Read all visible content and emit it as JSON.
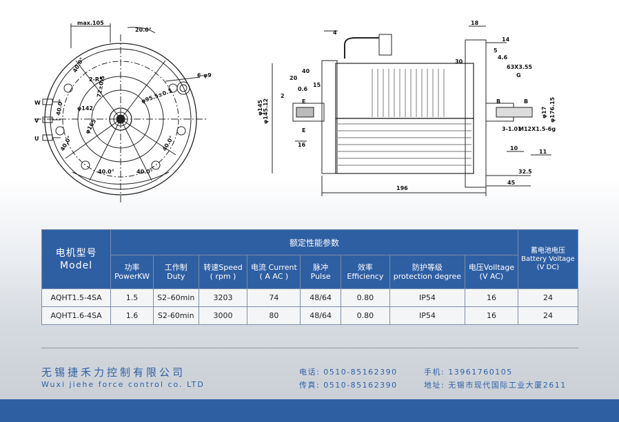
{
  "drawing": {
    "front_dims": [
      "max.105",
      "20.0°",
      "40.0°",
      "2-R5",
      "72±0.5",
      "φ142",
      "φ165",
      "φ95.5±0.1",
      "6-φ9",
      "40.0°",
      "40.0°",
      "40.0°",
      "40.0°",
      "40.0°",
      "40.0°"
    ],
    "terminals": [
      "W",
      "V",
      "U"
    ],
    "side_dims": [
      "4",
      "18",
      "14",
      "5",
      "4.6",
      "63X3.55",
      "G",
      "30",
      "40",
      "20",
      "0.6",
      "15",
      "2",
      "φ145.12",
      "φ145",
      "E",
      "E",
      "16",
      "B",
      "B",
      "φ17",
      "φ176.15",
      "3-1.01",
      "M12X1.5-6g",
      "10",
      "11",
      "32.5",
      "45",
      "196"
    ]
  },
  "table": {
    "model_header_cn": "电机型号",
    "model_header_en": "Model",
    "group_header": "额定性能参数",
    "battery_header_cn": "蓄电池电压",
    "battery_header_en": "Battery Voltage",
    "battery_header_unit": "(V DC)",
    "columns": [
      {
        "cn": "功率",
        "en": "PowerKW"
      },
      {
        "cn": "工作制",
        "en": "Duty"
      },
      {
        "cn": "转速Speed",
        "en": "( rpm )"
      },
      {
        "cn": "电流 Current",
        "en": "( A AC )"
      },
      {
        "cn": "脉冲",
        "en": "Pulse"
      },
      {
        "cn": "效率",
        "en": "Efficiency"
      },
      {
        "cn": "防护等级",
        "en": "protection degree"
      },
      {
        "cn": "电压Volltage",
        "en": "(V AC)"
      }
    ],
    "rows": [
      [
        "AQHT1.5-4SA",
        "1.5",
        "S2–60min",
        "3203",
        "74",
        "48/64",
        "0.80",
        "IP54",
        "16",
        "24"
      ],
      [
        "AQHT1.6-4SA",
        "1.6",
        "S2-60min",
        "3000",
        "80",
        "48/64",
        "0.80",
        "IP54",
        "16",
        "24"
      ]
    ]
  },
  "footer": {
    "company_cn": "无锡捷禾力控制有限公司",
    "company_en": "Wuxi jiehe force control co. LTD",
    "tel": "电话: 0510-85162390",
    "fax": "传真: 0510-85162390",
    "mobile": "手机: 13961760105",
    "address": "地址: 无锡市现代国际工业大厦2611"
  },
  "colors": {
    "brand": "#2f5fa3",
    "row_bg": "#f4f5f7"
  }
}
